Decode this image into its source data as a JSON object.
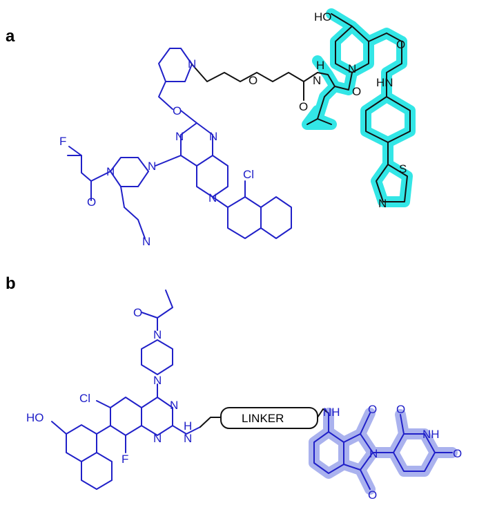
{
  "panels": {
    "a": "a",
    "b": "b"
  },
  "atoms_a": {
    "ho": "HO",
    "n_pyrrolidine": "N",
    "o_ether": "O",
    "n_prolinamide": "N",
    "o_amide1": "O",
    "hn_amide1": "HN",
    "h_tle": "H",
    "n_tle": "N",
    "o_tle": "O",
    "o_linker_carbonyl": "O",
    "o_pyrimidine_link": "O",
    "n_pyr1": "N",
    "n_pyr2": "N",
    "n_piperazine1": "N",
    "n_piperazine2": "N",
    "f": "F",
    "o_acryl": "O",
    "n_nitrile": "N",
    "cl": "Cl",
    "n_tetrahydro": "N",
    "s_thiazole": "S",
    "n_thiazole": "N"
  },
  "atoms_b": {
    "o_acryl": "O",
    "n_pip_top": "N",
    "n_pip_bot": "N",
    "cl": "Cl",
    "n_q1": "N",
    "n_q2": "N",
    "ho": "HO",
    "f": "F",
    "nh_left": "H",
    "n_left": "N",
    "linker_label": "LINKER",
    "nh_right": "NH",
    "o_phth_top": "O",
    "n_phth": "N",
    "o_phth_bot": "O",
    "o_glut_left": "O",
    "nh_glut": "NH",
    "o_glut_right": "O"
  },
  "colors": {
    "warhead": "#2020c8",
    "linker": "#111111",
    "vhl_highlight": "#33e6e6",
    "crbn_highlight": "#aab2ee"
  }
}
